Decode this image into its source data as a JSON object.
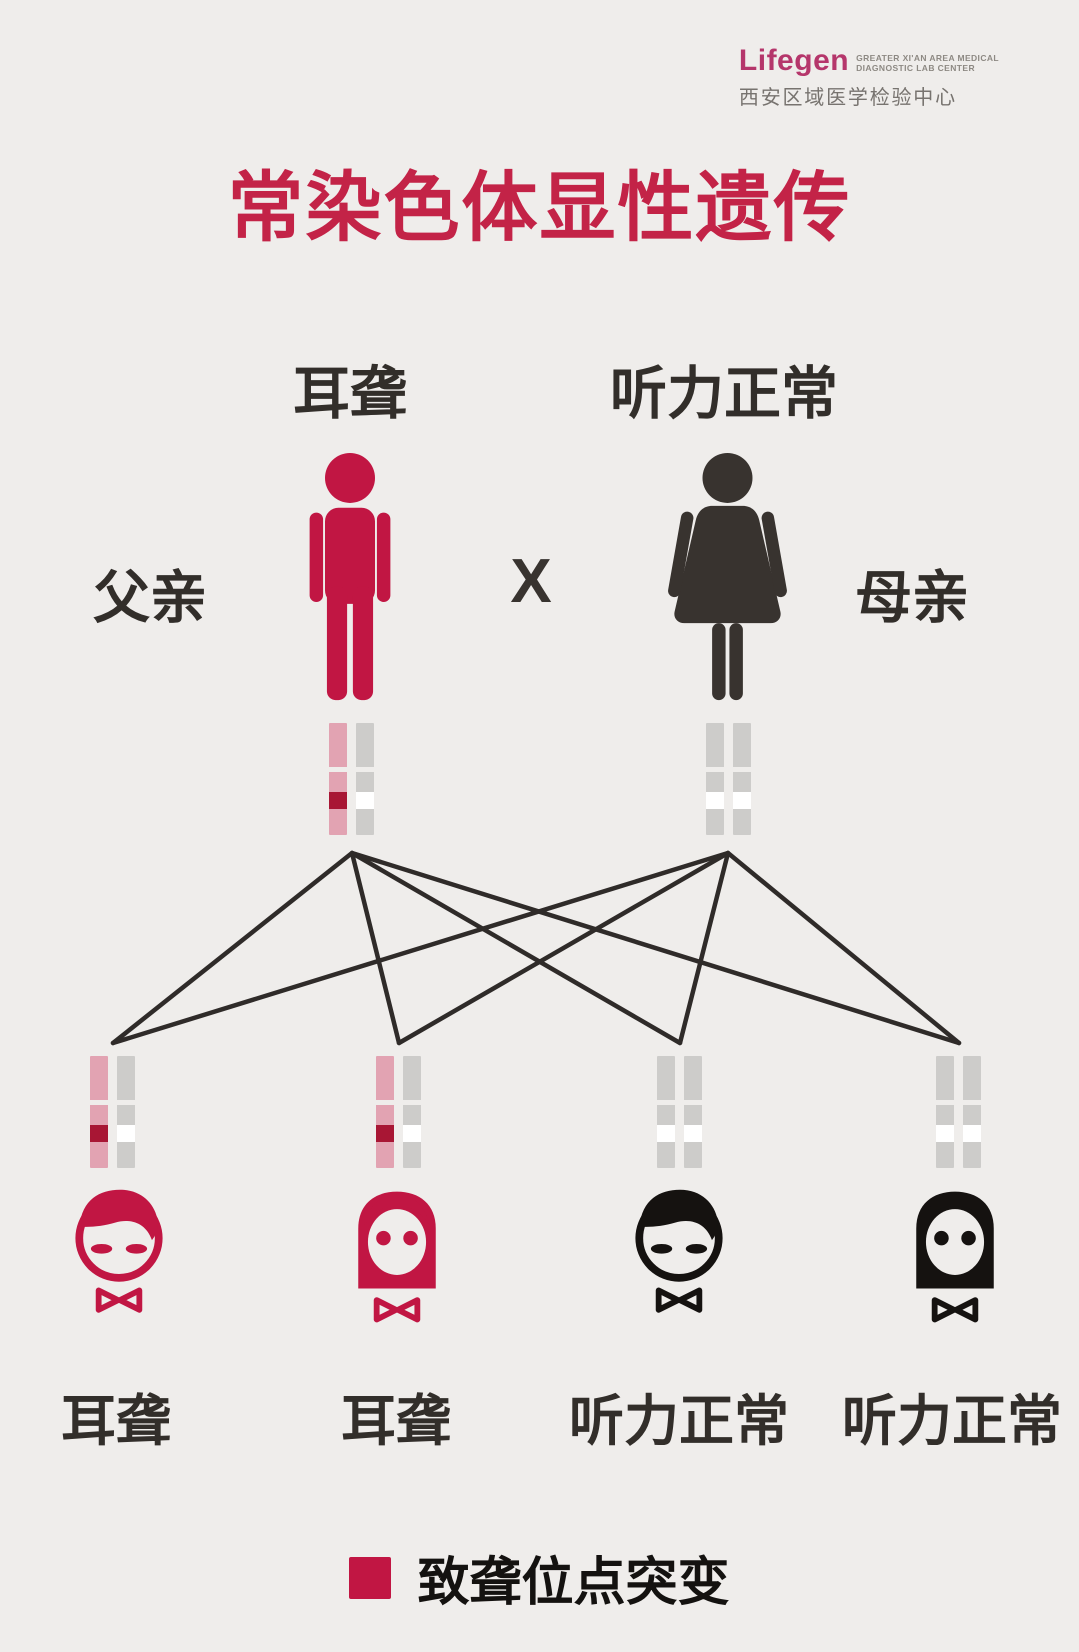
{
  "logo": {
    "brand": "Lifegen",
    "tagline_line1": "GREATER XI'AN AREA MEDICAL",
    "tagline_line2": "DIAGNOSTIC LAB CENTER",
    "subtitle": "西安区域医学检验中心"
  },
  "title": "常染色体显性遗传",
  "parents": {
    "cross_symbol": "X",
    "father": {
      "role": "父亲",
      "phenotype": "耳聋",
      "affected": true,
      "chromosomes": [
        "mutant",
        "normal"
      ]
    },
    "mother": {
      "role": "母亲",
      "phenotype": "听力正常",
      "affected": false,
      "chromosomes": [
        "normal",
        "normal"
      ]
    }
  },
  "children": [
    {
      "sex": "boy",
      "phenotype": "耳聋",
      "affected": true,
      "chromosomes": [
        "mutant",
        "normal"
      ]
    },
    {
      "sex": "girl",
      "phenotype": "耳聋",
      "affected": true,
      "chromosomes": [
        "mutant",
        "normal"
      ]
    },
    {
      "sex": "boy",
      "phenotype": "听力正常",
      "affected": false,
      "chromosomes": [
        "normal",
        "normal"
      ]
    },
    {
      "sex": "girl",
      "phenotype": "听力正常",
      "affected": false,
      "chromosomes": [
        "normal",
        "normal"
      ]
    }
  ],
  "legend": {
    "label": "致聋位点突变"
  },
  "colors": {
    "bg": "#efedeb",
    "crimson": "#c11643",
    "title-red": "#c32347",
    "logo-pink": "#b5366b",
    "dark": "#38332f",
    "black-figure": "#151210",
    "chrom-pink": "#e2a3b2",
    "chrom-gray": "#cdccca",
    "mutation-red": "#a81634",
    "band-white": "#ffffff",
    "line": "#2f2b29",
    "text-dark": "#322e2a",
    "text-gray": "#77736f"
  }
}
